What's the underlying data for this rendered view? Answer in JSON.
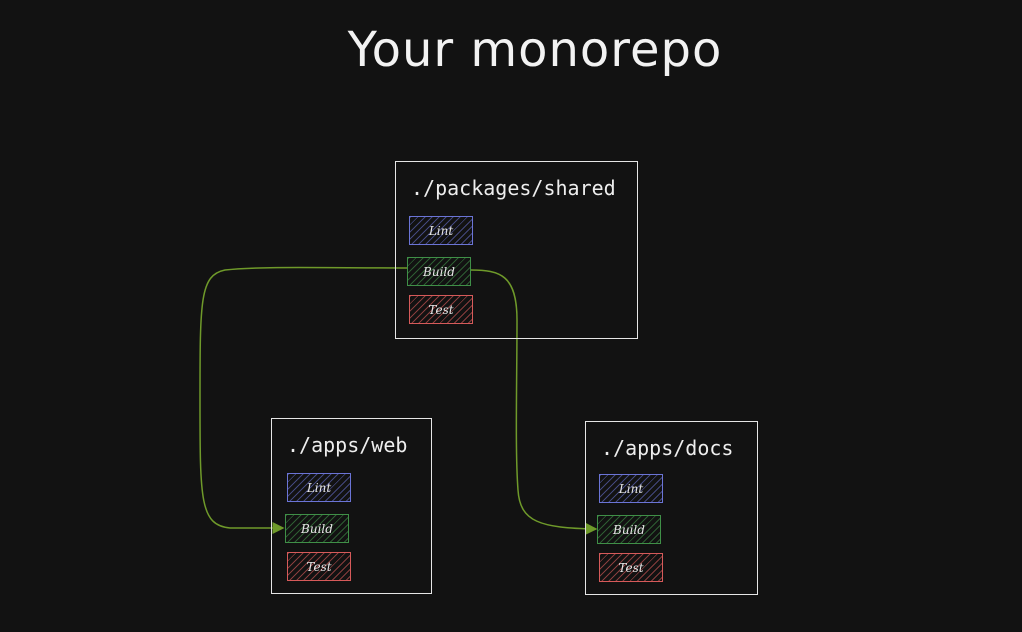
{
  "title": "Your monorepo",
  "packages": [
    {
      "id": "shared",
      "name": "./packages/shared",
      "tasks": {
        "lint": "Lint",
        "build": "Build",
        "test": "Test"
      }
    },
    {
      "id": "web",
      "name": "./apps/web",
      "tasks": {
        "lint": "Lint",
        "build": "Build",
        "test": "Test"
      }
    },
    {
      "id": "docs",
      "name": "./apps/docs",
      "tasks": {
        "lint": "Lint",
        "build": "Build",
        "test": "Test"
      }
    }
  ],
  "colors": {
    "background": "#121212",
    "lint": "#6b74d6",
    "build": "#3f8f47",
    "test": "#d65a5a",
    "edge": "#6f9a2a"
  }
}
